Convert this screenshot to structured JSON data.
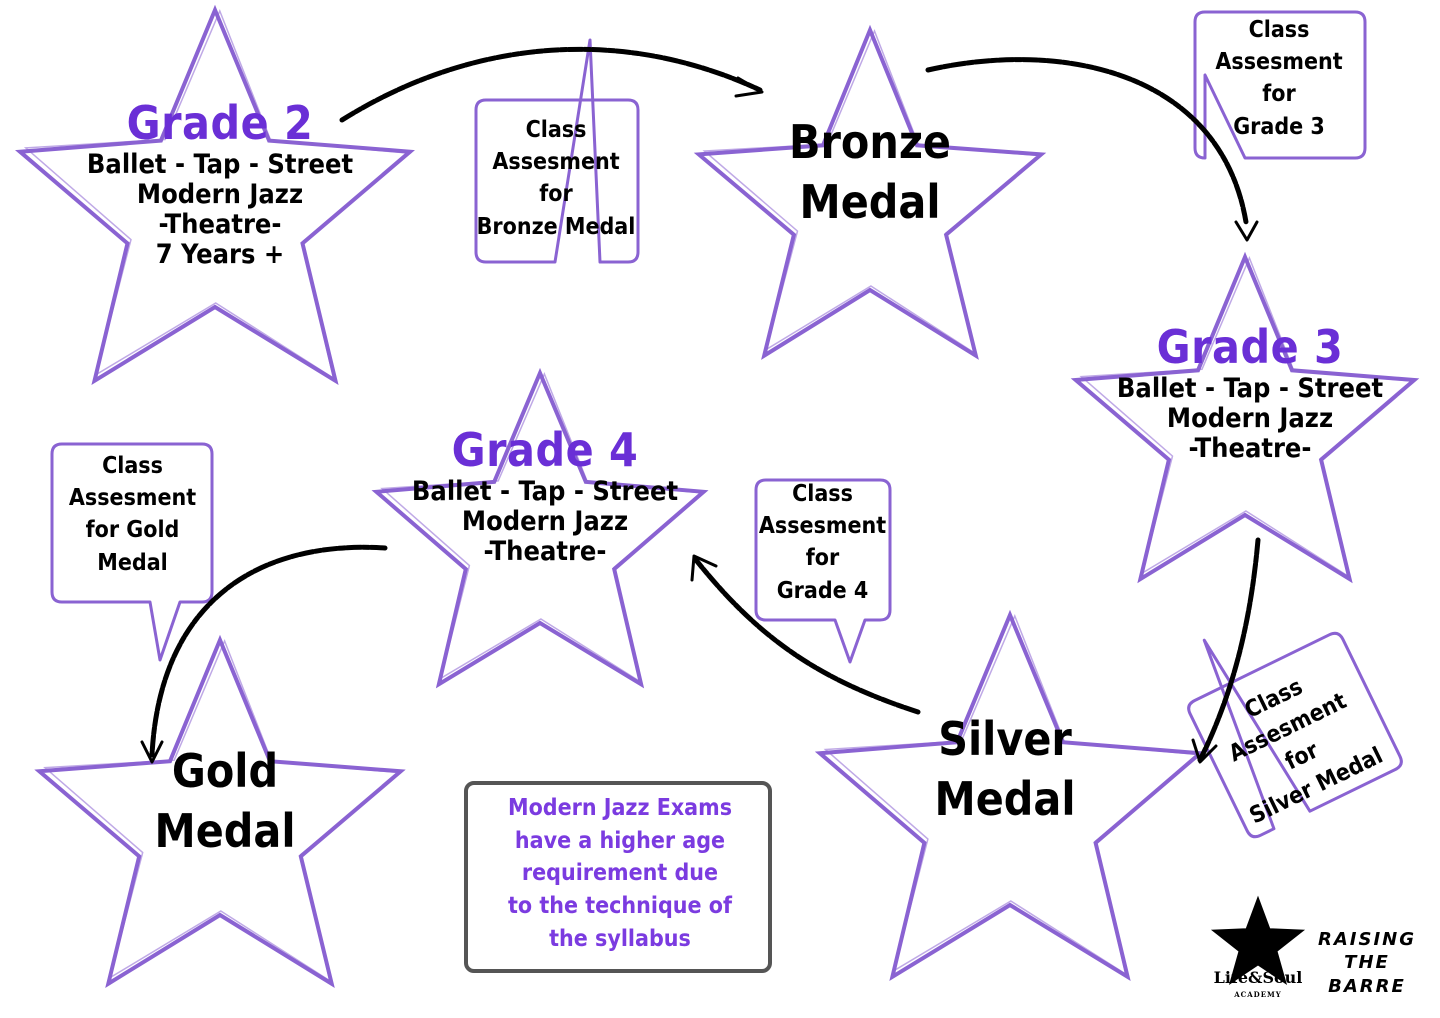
{
  "colors": {
    "star_outline": "#8a63d2",
    "title": "#6a2fd6",
    "note_text": "#7b3be0",
    "ink": "#000000",
    "note_border": "#555555"
  },
  "stars": {
    "grade2": {
      "title": "Grade 2",
      "lines": [
        "Ballet - Tap - Street",
        "Modern Jazz",
        "-Theatre-",
        "7 Years +"
      ]
    },
    "bronze": {
      "lines": [
        "Bronze",
        "Medal"
      ]
    },
    "grade3": {
      "title": "Grade 3",
      "lines": [
        "Ballet - Tap - Street",
        "Modern Jazz",
        "-Theatre-"
      ]
    },
    "grade4": {
      "title": "Grade 4",
      "lines": [
        "Ballet - Tap - Street",
        "Modern Jazz",
        "-Theatre-"
      ]
    },
    "silver": {
      "lines": [
        "Silver",
        "Medal"
      ]
    },
    "gold": {
      "lines": [
        "Gold",
        "Medal"
      ]
    }
  },
  "bubbles": {
    "bronze_assessment": [
      "Class",
      "Assesment",
      "for",
      "Bronze Medal"
    ],
    "grade3_assessment": [
      "Class",
      "Assesment",
      "for",
      "Grade 3"
    ],
    "grade4_assessment": [
      "Class",
      "Assesment",
      "for",
      "Grade 4"
    ],
    "gold_assessment": [
      "Class",
      "Assesment",
      "for Gold",
      "Medal"
    ],
    "silver_assessment": [
      "Class",
      "Assesment",
      "for",
      "Silver Medal"
    ]
  },
  "note": {
    "lines": [
      "Modern Jazz Exams",
      "have a higher age",
      "requirement due",
      "to the technique of",
      "the syllabus"
    ]
  },
  "logo": {
    "brand": "Life&Soul",
    "sub": "ACADEMY",
    "tagline": [
      "RAISING",
      "THE",
      "BARRE"
    ],
    "icon": "star-dancer-icon"
  }
}
